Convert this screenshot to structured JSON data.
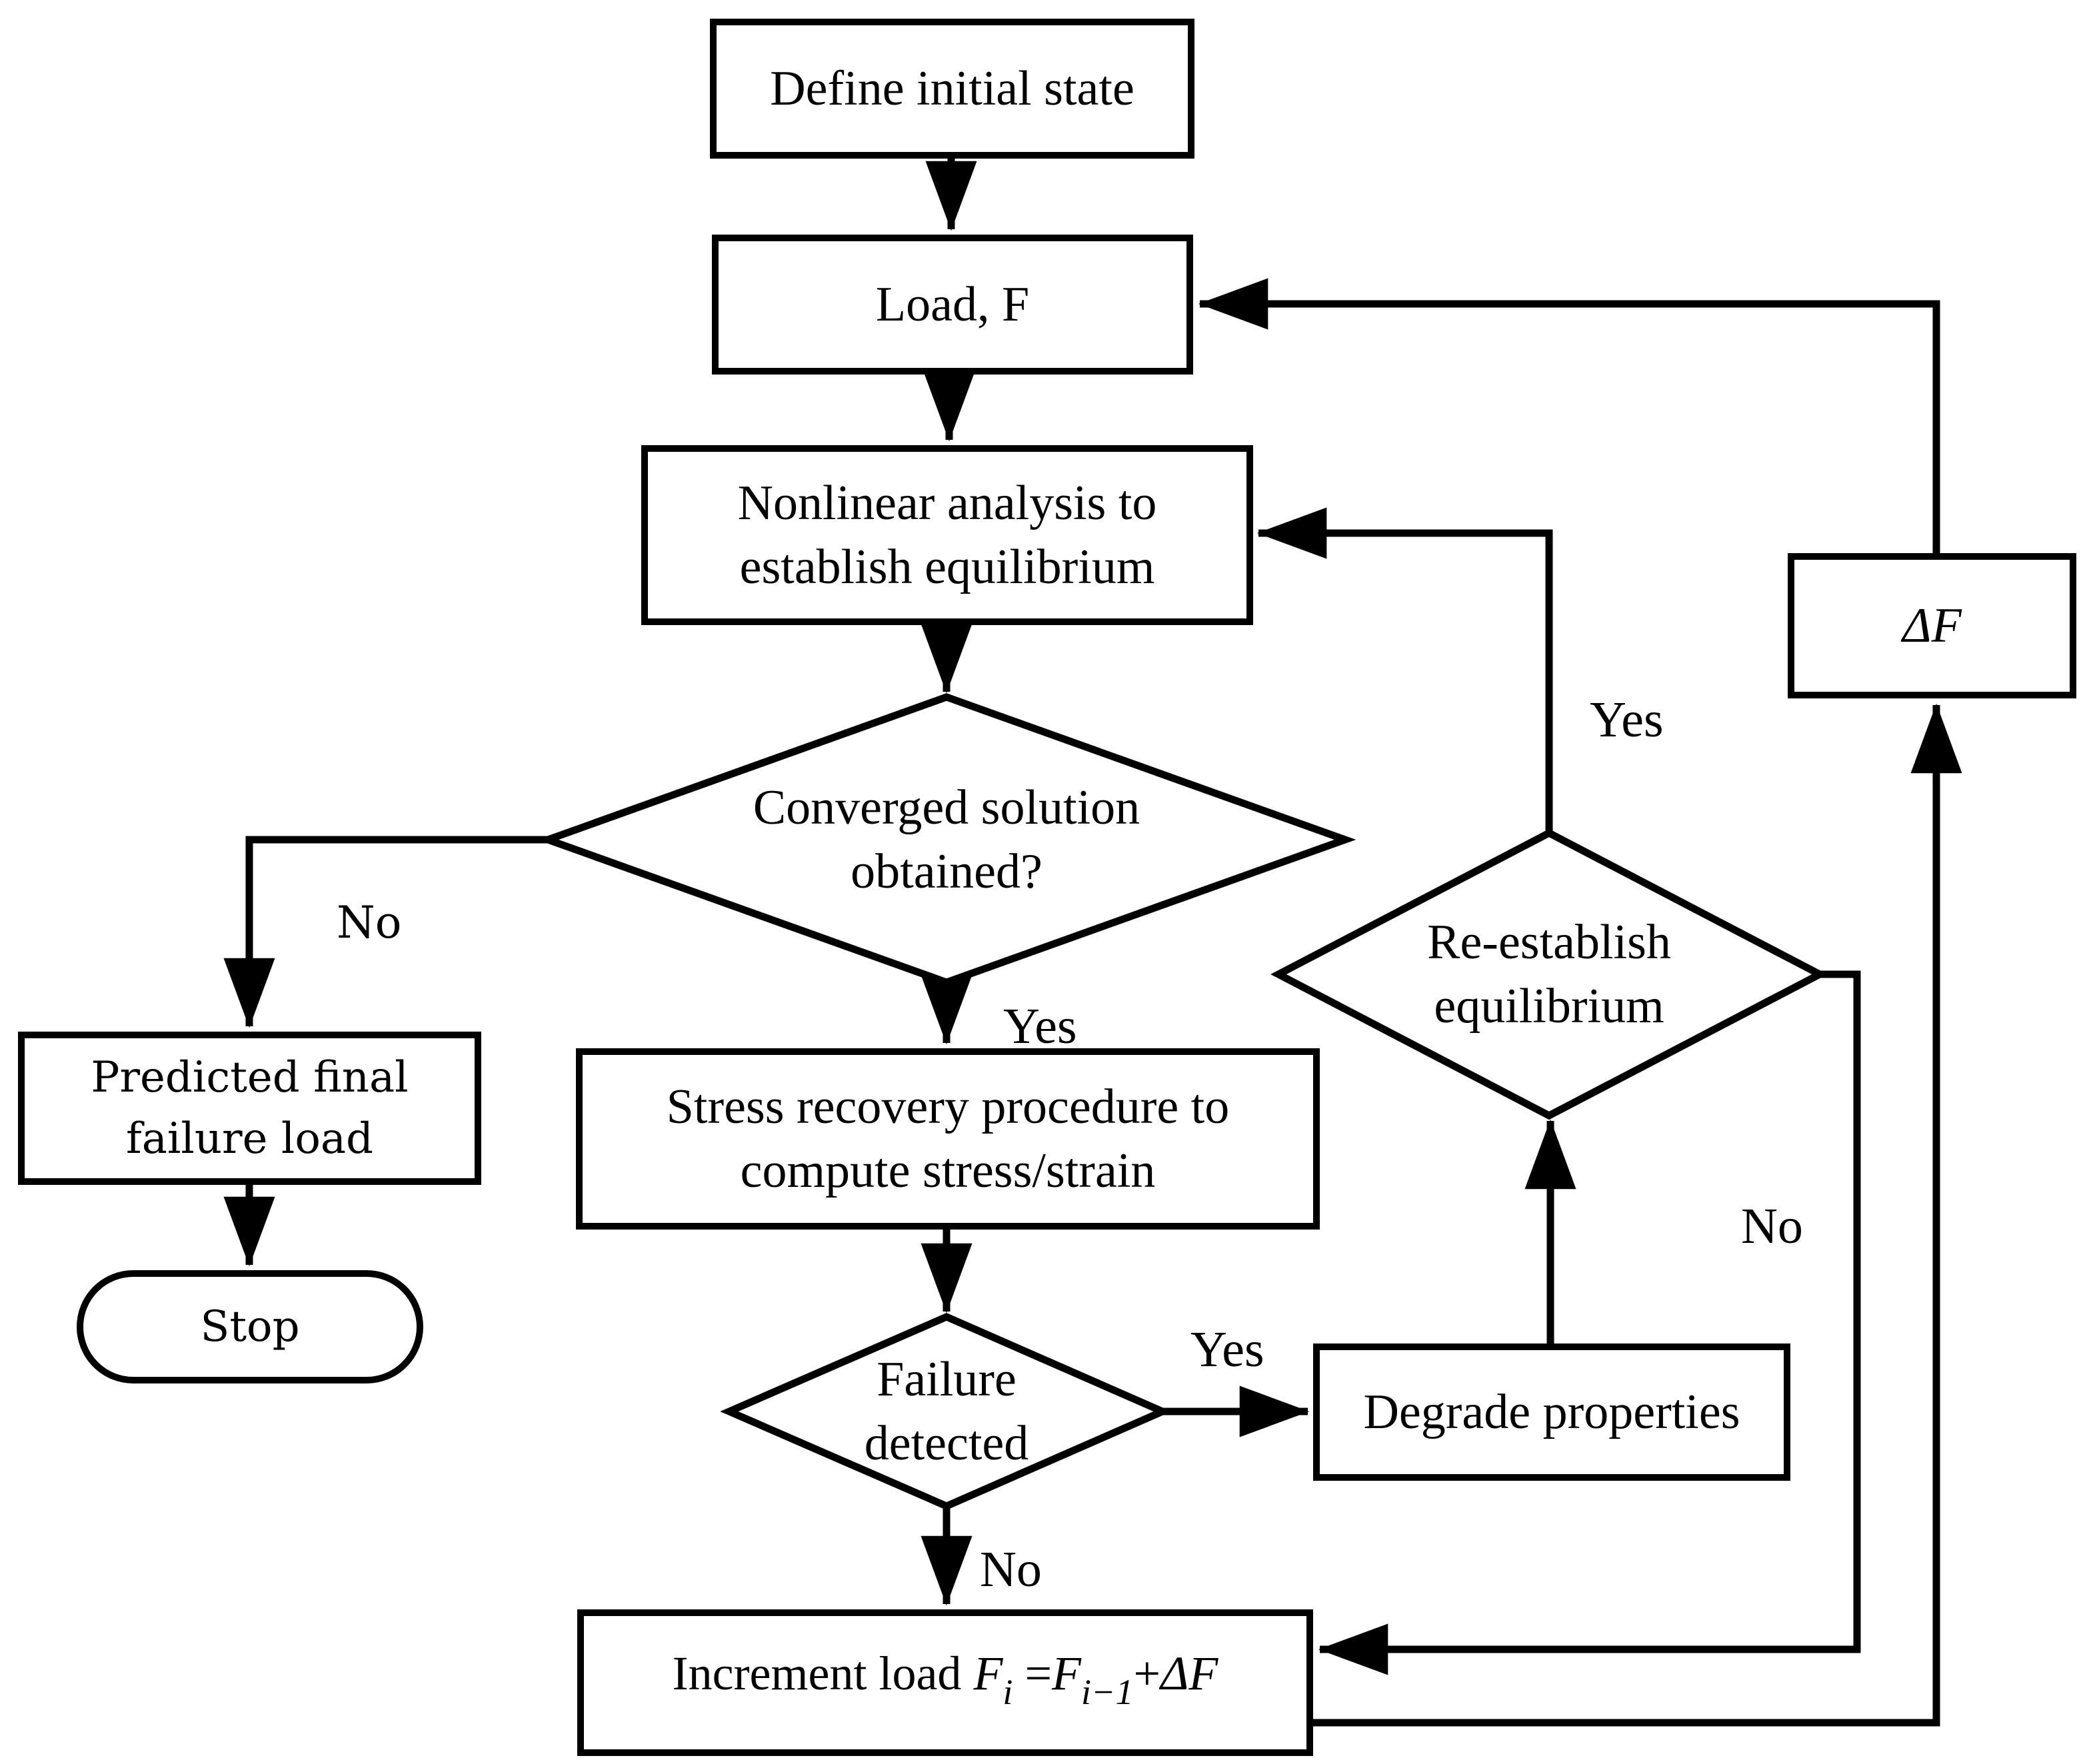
{
  "diagram": {
    "type": "flowchart",
    "colors": {
      "background": "#ffffff",
      "stroke": "#000000",
      "text": "#000000"
    },
    "nodes": {
      "define": {
        "shape": "rect",
        "label": "Define initial state"
      },
      "load": {
        "shape": "rect",
        "label": "Load, F"
      },
      "nonlinear": {
        "shape": "rect",
        "line1": "Nonlinear analysis to",
        "line2": "establish equilibrium"
      },
      "converged": {
        "shape": "diamond",
        "line1": "Converged solution",
        "line2": "obtained?"
      },
      "predicted": {
        "shape": "rect",
        "line1": "Predicted final",
        "line2": "failure load"
      },
      "stop": {
        "shape": "stadium",
        "label": "Stop"
      },
      "stress": {
        "shape": "rect",
        "line1": "Stress recovery procedure to",
        "line2": "compute stress/strain"
      },
      "failure": {
        "shape": "diamond",
        "line1": "Failure",
        "line2": "detected"
      },
      "degrade": {
        "shape": "rect",
        "label": "Degrade properties"
      },
      "reestablish": {
        "shape": "diamond",
        "line1": "Re-establish",
        "line2": "equilibrium"
      },
      "delta_f": {
        "shape": "rect",
        "label": "ΔF"
      },
      "increment": {
        "shape": "rect",
        "prefix": "Increment load ",
        "f_symbol": "F",
        "sub_current": "i",
        "equals": " =",
        "f_symbol2": "F",
        "sub_previous": "i−1",
        "plus": "+",
        "delta": "ΔF"
      }
    },
    "edge_labels": {
      "converged_no": "No",
      "converged_yes": "Yes",
      "failure_yes": "Yes",
      "failure_no": "No",
      "reestablish_yes": "Yes",
      "reestablish_no": "No"
    }
  }
}
